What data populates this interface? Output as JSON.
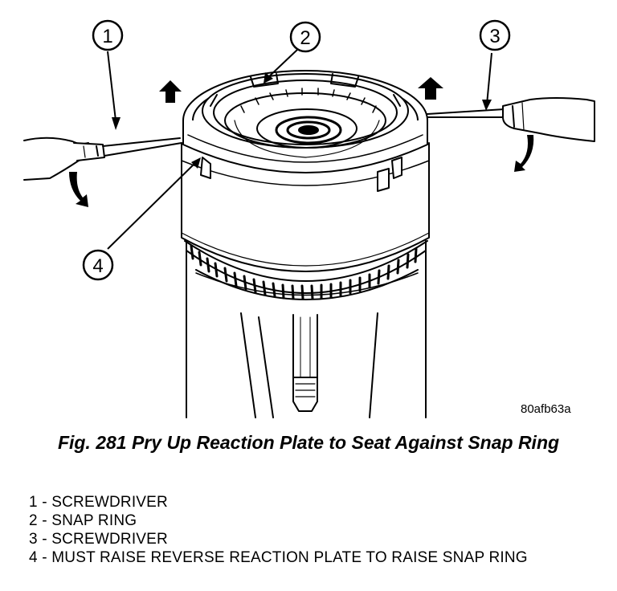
{
  "figure": {
    "code": "80afb63a",
    "callouts": [
      "1",
      "2",
      "3",
      "4"
    ]
  },
  "caption": "Fig. 281 Pry Up Reaction Plate to Seat Against Snap Ring",
  "legend": [
    "1 - SCREWDRIVER",
    "2 - SNAP RING",
    "3 - SCREWDRIVER",
    "4 - MUST RAISE REVERSE REACTION PLATE TO RAISE SNAP RING"
  ]
}
